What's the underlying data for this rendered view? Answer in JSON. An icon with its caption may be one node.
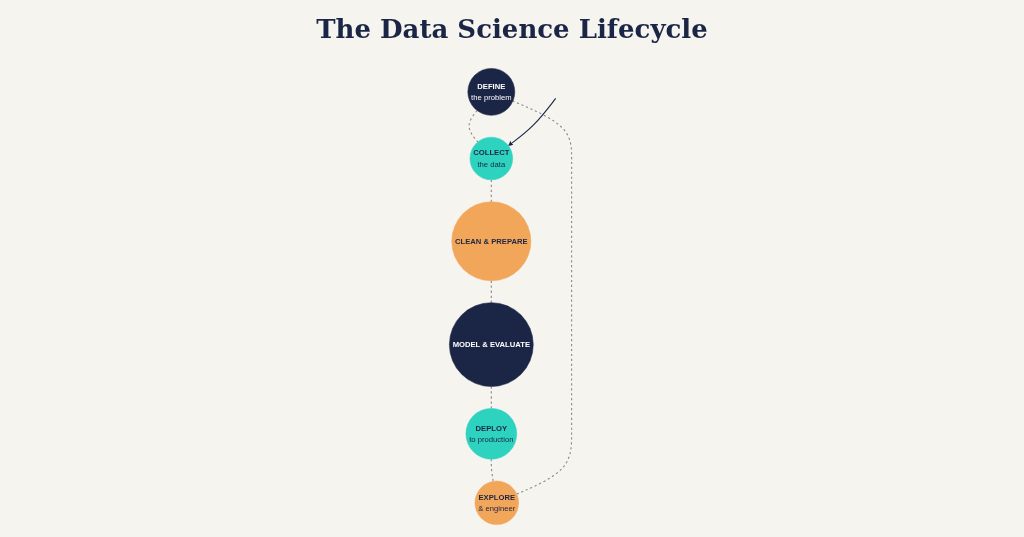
{
  "diagram": {
    "title": "The Data Science Lifecycle",
    "nodes": [
      {
        "text": [
          "DEFINE",
          "the problem"
        ]
      },
      {
        "text": [
          "COLLECT",
          "the data"
        ]
      },
      {
        "text": [
          "CLEAN & PREPARE"
        ]
      },
      {
        "text": [
          "MODEL & EVALUATE"
        ]
      },
      {
        "text": [
          "DEPLOY",
          "to production"
        ]
      },
      {
        "text": [
          "EXPLORE",
          "& engineer"
        ]
      }
    ],
    "edges": [
      {
        "from": 0,
        "to": 1,
        "arrow": "none",
        "style": "dashed"
      },
      {
        "from": 1,
        "to": 2,
        "arrow": "none",
        "style": "dashed"
      },
      {
        "from": 2,
        "to": 3,
        "arrow": "none",
        "style": "dashed"
      },
      {
        "from": 3,
        "to": 4,
        "arrow": "none",
        "style": "dashed"
      },
      {
        "from": 4,
        "to": 5,
        "arrow": "none",
        "style": "dashed"
      },
      {
        "from": 5,
        "to": 0,
        "arrow": "none",
        "style": "dashed"
      },
      {
        "from": null,
        "to": 1,
        "arrow": "to",
        "color": "#1b2545"
      }
    ]
  }
}
